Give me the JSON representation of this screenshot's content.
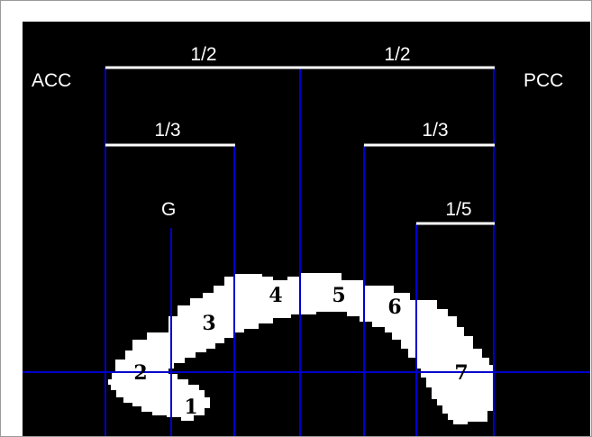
{
  "labels": {
    "anterior": "ACC",
    "posterior": "PCC",
    "genu": "G"
  },
  "fractions": {
    "left_half": "1/2",
    "right_half": "1/2",
    "left_third": "1/3",
    "right_third": "1/3",
    "right_fifth": "1/5"
  },
  "segments": [
    "1",
    "2",
    "3",
    "4",
    "5",
    "6",
    "7"
  ],
  "colors": {
    "background": "#000000",
    "tissue": "#ffffff",
    "guide_lines": "#0000cc",
    "measure_bars": "#ffffff",
    "frame": "#9a9a9a"
  }
}
